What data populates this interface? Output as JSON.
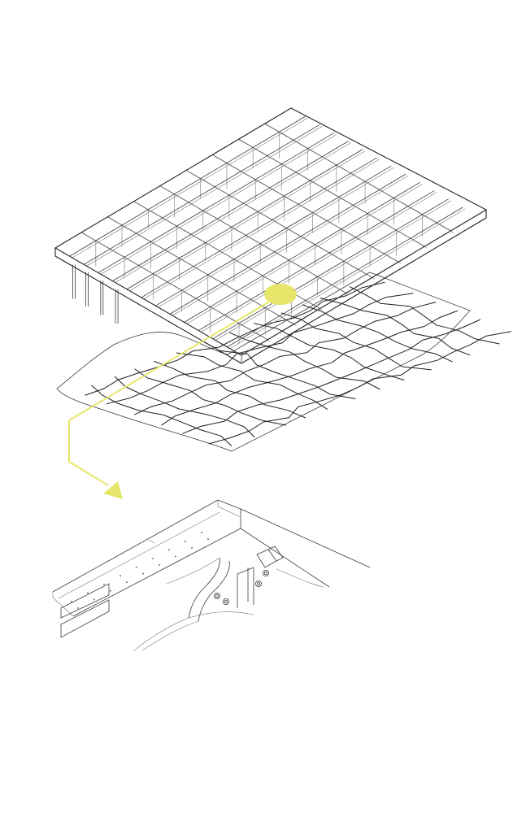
{
  "diagram": {
    "type": "exploded-isometric-detail",
    "colors": {
      "background": "#ffffff",
      "linework": "#3a3a3a",
      "accent": "#e6e66a"
    },
    "parts": [
      {
        "id": "steel-grid-frame"
      },
      {
        "id": "rock-surface"
      },
      {
        "id": "detail-callout"
      },
      {
        "id": "connection-detail"
      }
    ]
  }
}
